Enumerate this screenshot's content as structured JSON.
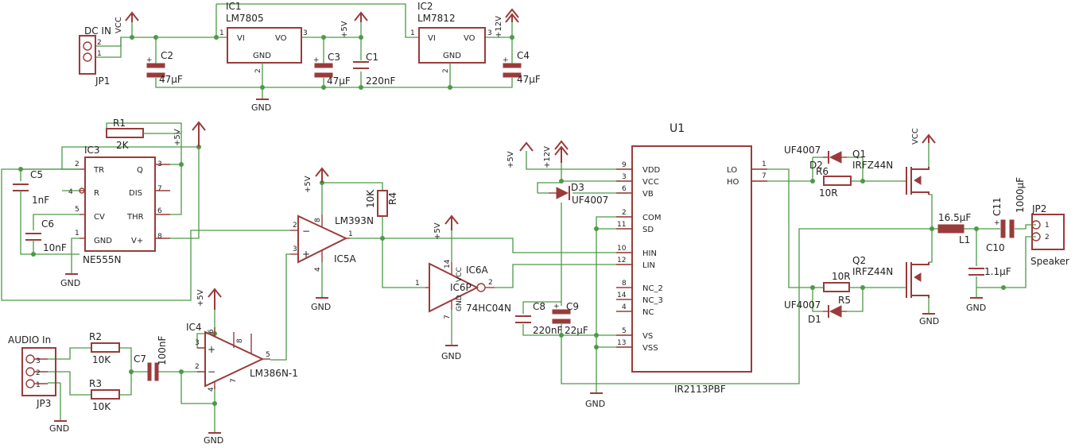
{
  "power_labels": {
    "vcc": "VCC",
    "p5v": "+5V",
    "p12v": "+12V",
    "gnd": "GND"
  },
  "jp1": {
    "label": "DC IN",
    "name": "JP1",
    "pin1": "1",
    "pin2": "2"
  },
  "ic1": {
    "name": "IC1",
    "part": "LM7805",
    "vi": "VI",
    "vo": "VO",
    "gnd": "GND",
    "pin1": "1",
    "pin2": "2",
    "pin3": "3"
  },
  "ic2": {
    "name": "IC2",
    "part": "LM7812",
    "vi": "VI",
    "vo": "VO",
    "gnd": "GND",
    "pin1": "1",
    "pin2": "2",
    "pin3": "3"
  },
  "c1": {
    "name": "C1",
    "value": "220nF"
  },
  "c2": {
    "name": "C2",
    "value": "47µF"
  },
  "c3": {
    "name": "C3",
    "value": "47µF"
  },
  "c4": {
    "name": "C4",
    "value": "47µF"
  },
  "c5": {
    "name": "C5",
    "value": "1nF"
  },
  "c6": {
    "name": "C6",
    "value": "10nF"
  },
  "c7": {
    "name": "C7",
    "value": "100nF"
  },
  "c8": {
    "name": "C8",
    "value": "220nF"
  },
  "c9": {
    "name": "C9",
    "value": "22µF"
  },
  "c10": {
    "name": "C10",
    "value": "1.1µF"
  },
  "c11": {
    "name": "C11",
    "value": "1000µF"
  },
  "r1": {
    "name": "R1",
    "value": "2K"
  },
  "r2": {
    "name": "R2",
    "value": "10K"
  },
  "r3": {
    "name": "R3",
    "value": "10K"
  },
  "r4": {
    "name": "R4",
    "value": "10K"
  },
  "r5": {
    "name": "R5",
    "value": "10R"
  },
  "r6": {
    "name": "R6",
    "value": "10R"
  },
  "ic3": {
    "name": "IC3",
    "part": "NE555N",
    "tr": "TR",
    "q": "Q",
    "r": "R",
    "dis": "DIS",
    "cv": "CV",
    "thr": "THR",
    "gnd": "GND",
    "vplus": "V+",
    "p1": "1",
    "p2": "2",
    "p3": "3",
    "p4": "4",
    "p5": "5",
    "p6": "6",
    "p7": "7",
    "p8": "8"
  },
  "ic5": {
    "name": "IC5A",
    "part": "LM393N",
    "minus": "−",
    "plus": "+",
    "p1": "1",
    "p2": "2",
    "p3": "3",
    "p4": "4",
    "p8": "8"
  },
  "ic6": {
    "name": "IC6A",
    "name2": "IC6P",
    "part": "74HC04N",
    "vcc": "VCC",
    "gnd": "GND",
    "p1": "1",
    "p2": "2",
    "p7": "7",
    "p14": "14"
  },
  "ic4": {
    "name": "IC4",
    "part": "LM386N-1",
    "plus": "+",
    "minus": "−",
    "p2": "2",
    "p3": "3",
    "p4": "4",
    "p5": "5",
    "p6": "6",
    "p7": "7",
    "p8": "8"
  },
  "jp3": {
    "label": "AUDIO In",
    "name": "JP3",
    "pin1": "1",
    "pin2": "2",
    "pin3": "3"
  },
  "u1": {
    "name": "U1",
    "part": "IR2113PBF",
    "pins_left": [
      {
        "num": "9",
        "label": "VDD"
      },
      {
        "num": "3",
        "label": "VCC"
      },
      {
        "num": "6",
        "label": "VB"
      },
      {
        "num": "2",
        "label": "COM"
      },
      {
        "num": "11",
        "label": "SD"
      },
      {
        "num": "10",
        "label": "HIN"
      },
      {
        "num": "12",
        "label": "LIN"
      },
      {
        "num": "8",
        "label": "NC_2"
      },
      {
        "num": "14",
        "label": "NC_3"
      },
      {
        "num": "4",
        "label": "NC"
      },
      {
        "num": "5",
        "label": "VS"
      },
      {
        "num": "13",
        "label": "VSS"
      }
    ],
    "lo": "LO",
    "ho": "HO",
    "lo_pin": "1",
    "ho_pin": "7"
  },
  "d1": {
    "name": "D1",
    "part": "UF4007"
  },
  "d2": {
    "name": "D2",
    "part": "UF4007"
  },
  "d3": {
    "name": "D3",
    "part": "UF4007"
  },
  "q1": {
    "name": "Q1",
    "part": "IRFZ44N"
  },
  "q2": {
    "name": "Q2",
    "part": "IRFZ44N"
  },
  "l1": {
    "name": "L1",
    "value": "16.5µF"
  },
  "jp2": {
    "label": "Speaker",
    "name": "JP2",
    "pin1": "1",
    "pin2": "2"
  },
  "colors": {
    "wire": "#4c9a46",
    "part": "#9a3b3b",
    "text": "#222222"
  }
}
